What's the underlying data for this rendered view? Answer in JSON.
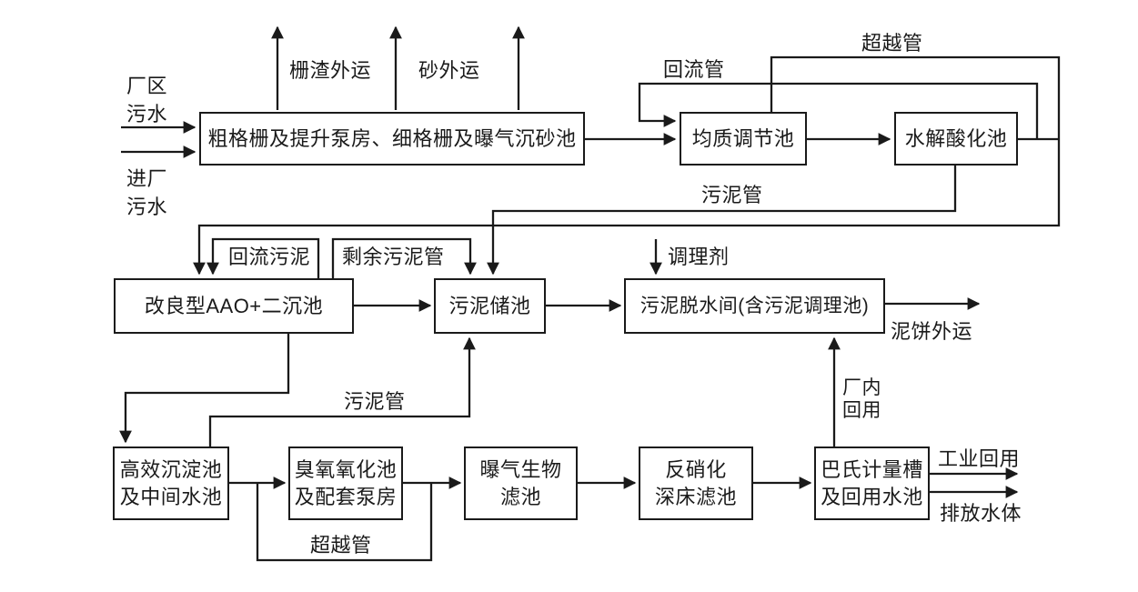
{
  "diagram": {
    "colors": {
      "line": "#1a1a1a",
      "text": "#1a1a1a",
      "box_bg": "#ffffff"
    },
    "nodes": {
      "coarse_screen": {
        "label": "粗格栅及提升泵房、细格栅及曝气沉砂池"
      },
      "equalization": {
        "label": "均质调节池"
      },
      "hydrolysis": {
        "label": "水解酸化池"
      },
      "aao": {
        "label": "改良型AAO+二沉池"
      },
      "sludge_storage": {
        "label": "污泥储池"
      },
      "dewatering": {
        "label": "污泥脱水间(含污泥调理池)"
      },
      "sedimentation": {
        "line1": "高效沉淀池",
        "line2": "及中间水池"
      },
      "ozone": {
        "line1": "臭氧氧化池",
        "line2": "及配套泵房"
      },
      "baf": {
        "line1": "曝气生物",
        "line2": "滤池"
      },
      "denitrification": {
        "line1": "反硝化",
        "line2": "深床滤池"
      },
      "flume": {
        "line1": "巴氏计量槽",
        "line2": "及回用水池"
      }
    },
    "flow_labels": {
      "plant_area_sewage": {
        "line1": "厂区",
        "line2": "污水"
      },
      "incoming_sewage": {
        "line1": "进厂",
        "line2": "污水"
      },
      "screenings_out": "栅渣外运",
      "sand_out": "砂外运",
      "return_pipe": "回流管",
      "bypass_pipe_top": "超越管",
      "sludge_pipe_top": "污泥管",
      "return_sludge": "回流污泥",
      "excess_sludge_pipe": "剩余污泥管",
      "conditioner": "调理剂",
      "mud_cake_out": "泥饼外运",
      "sludge_pipe_mid": "污泥管",
      "plant_reuse": {
        "line1": "厂内",
        "line2": "回用"
      },
      "bypass_pipe_bottom": "超越管",
      "industrial_reuse": "工业回用",
      "discharge": "排放水体"
    }
  }
}
